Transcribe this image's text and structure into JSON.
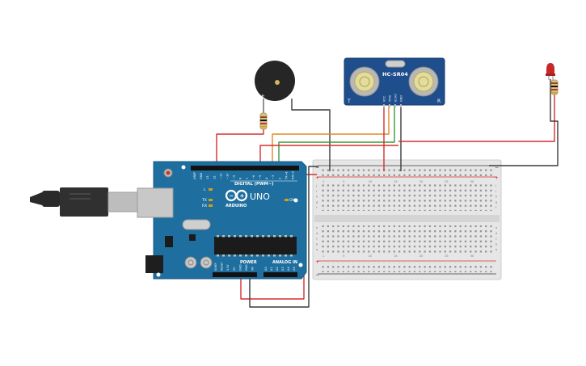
{
  "arduino": {
    "model": "UNO",
    "brand": "ARDUINO",
    "digital_label": "DIGITAL (PWM~)",
    "analog_label": "ANALOG IN",
    "power_label": "POWER",
    "led_l": "L",
    "led_tx": "TX",
    "led_rx": "RX",
    "led_on": "ON",
    "digital_pins": [
      "AREF",
      "GND",
      "13",
      "12",
      "~11",
      "~10",
      "~9",
      "8",
      "7",
      "~6",
      "~5",
      "4",
      "~3",
      "2",
      "TX→1",
      "RX←0"
    ],
    "power_pins": [
      "IOREF",
      "RESET",
      "3.3V",
      "5V",
      "GND",
      "GND",
      "Vin"
    ],
    "analog_pins": [
      "A0",
      "A1",
      "A2",
      "A3",
      "A4",
      "A5"
    ],
    "board_color": "#1e6f9f"
  },
  "sensor": {
    "name": "HC-SR04",
    "pins": [
      "VCC",
      "TRIG",
      "ECHO",
      "GND"
    ],
    "left_mark": "T",
    "right_mark": "R",
    "color": "#1f4e8c"
  },
  "breadboard": {
    "column_labels": [
      "1",
      "5",
      "10",
      "15",
      "20",
      "25",
      "30"
    ],
    "row_labels_top": [
      "j",
      "i",
      "h",
      "g",
      "f"
    ],
    "row_labels_bottom": [
      "e",
      "d",
      "c",
      "b",
      "a"
    ],
    "rail_plus": "+",
    "rail_minus": "−"
  },
  "buzzer": {
    "plus": "+",
    "minus": "−"
  },
  "wire_colors": {
    "red": "#d62f2f",
    "black": "#3a3a3a",
    "orange": "#e0892a",
    "green": "#3a9a3a"
  }
}
